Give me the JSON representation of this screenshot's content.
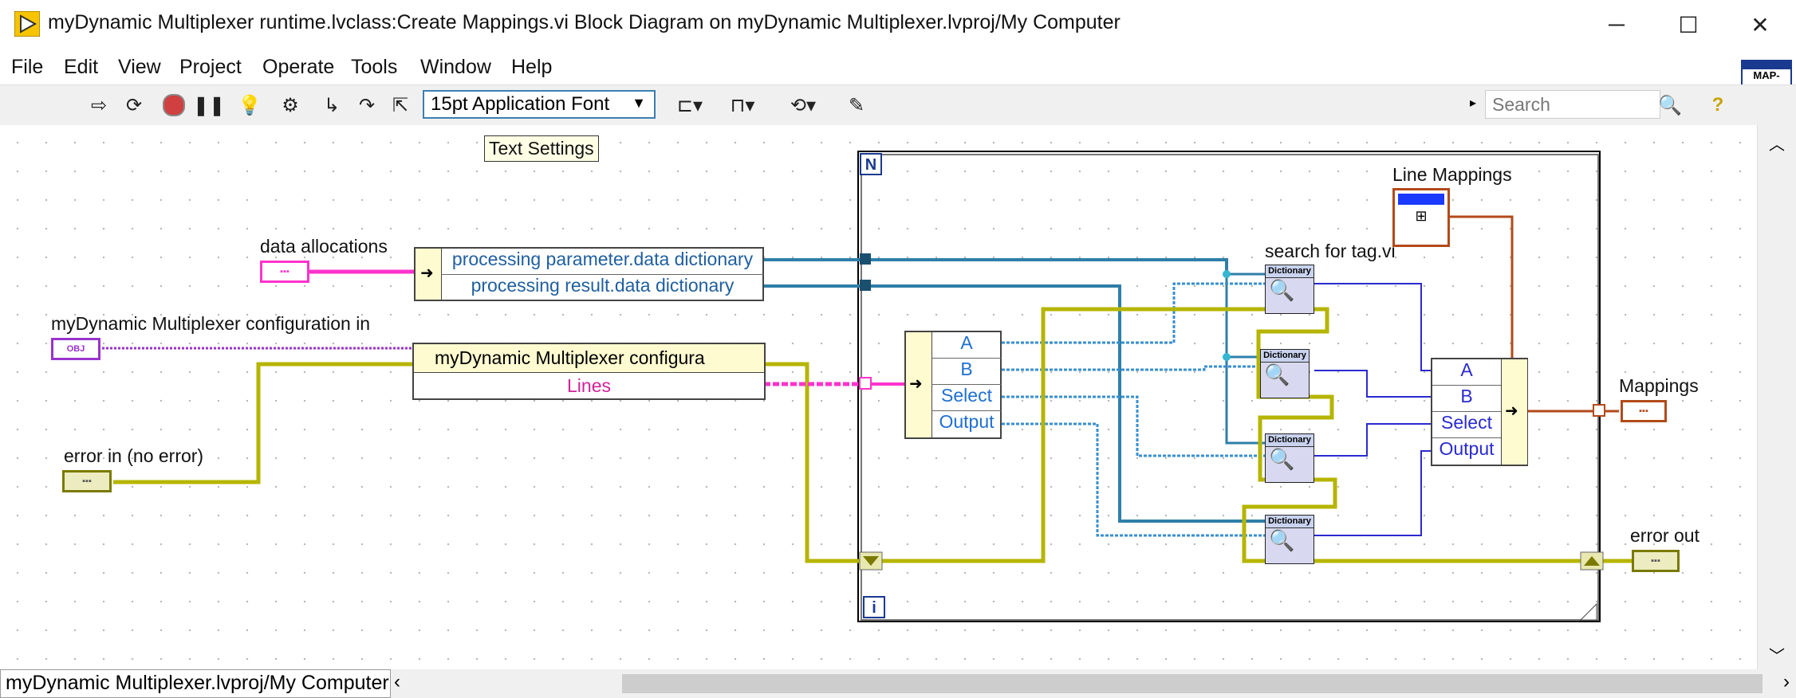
{
  "window": {
    "title": "myDynamic Multiplexer runtime.lvclass:Create Mappings.vi Block Diagram on myDynamic Multiplexer.lvproj/My Computer",
    "minimize": "─",
    "maximize": "☐",
    "close": "✕"
  },
  "menu": [
    "File",
    "Edit",
    "View",
    "Project",
    "Operate",
    "Tools",
    "Window",
    "Help"
  ],
  "toolbar": {
    "font": "15pt Application Font",
    "search_placeholder": "Search",
    "vi_icon_text": "MAP-\nPINGS"
  },
  "diagram": {
    "text_settings_tip": "Text Settings",
    "labels": {
      "data_allocations": "data allocations",
      "config_in": "myDynamic Multiplexer configuration in",
      "error_in": "error in (no error)",
      "line_mappings": "Line Mappings",
      "search_for_tag": "search for tag.vi",
      "mappings": "Mappings",
      "error_out": "error out"
    },
    "unbundle_dictionary": [
      "processing parameter.data dictionary",
      "processing result.data dictionary"
    ],
    "unbundle_config": [
      "myDynamic Multiplexer configura",
      "Lines"
    ],
    "unbundle_line": [
      "A",
      "B",
      "Select",
      "Output"
    ],
    "bundle_line": [
      "A",
      "B",
      "Select",
      "Output"
    ],
    "subvi_header": "Dictionary",
    "loop_count": "N",
    "loop_index": "i",
    "terminal_obj": "OBJ"
  },
  "status": {
    "context": "myDynamic Multiplexer.lvproj/My Computer"
  },
  "colors": {
    "cluster_wire": "#ff33cc",
    "error_wire": "#b5b500",
    "dictionary_wire": "#2f7fa8",
    "class_wire": "#9933cc",
    "mapping_wire": "#b24a1a",
    "tag_wire": "#2a2ad0"
  }
}
